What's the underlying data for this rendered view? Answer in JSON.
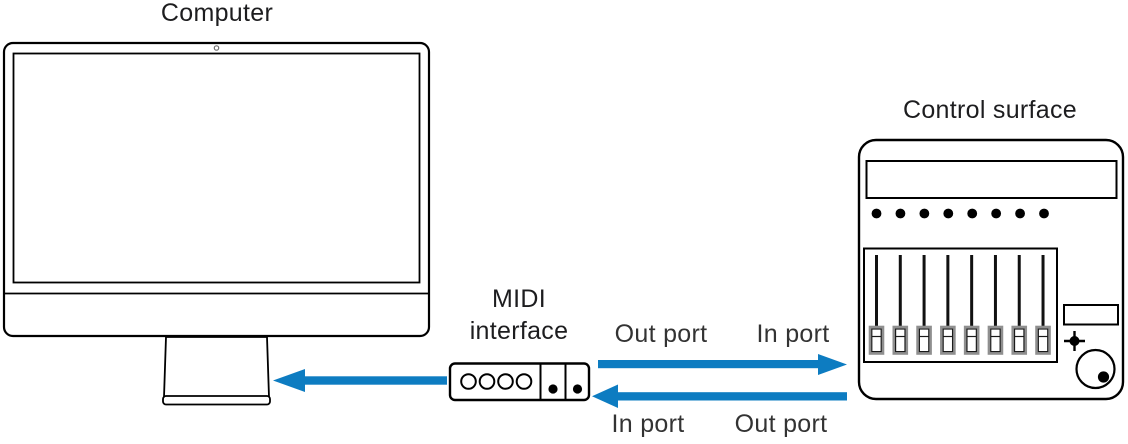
{
  "labels": {
    "computer": "Computer",
    "midi_interface": "MIDI interface",
    "control_surface": "Control surface",
    "top_out_port": "Out port",
    "top_in_port": "In port",
    "bottom_in_port": "In port",
    "bottom_out_port": "Out port"
  },
  "colors": {
    "arrow": "#0d7cc1",
    "outline": "#000000",
    "device_label": "#1d1d1f",
    "port_label": "#333333",
    "fader_handle_border": "#8f8f8f",
    "background": "#ffffff"
  },
  "midi_interface": {
    "round_port_count": 4,
    "dot_port_count": 2
  },
  "control_surface": {
    "knob_count": 8,
    "fader_count": 8
  },
  "connections": [
    {
      "from": "MIDI interface",
      "to": "Computer",
      "direction": "left"
    },
    {
      "from": "MIDI interface Out port",
      "to": "Control surface In port",
      "direction": "right"
    },
    {
      "from": "Control surface Out port",
      "to": "MIDI interface In port",
      "direction": "left"
    }
  ]
}
